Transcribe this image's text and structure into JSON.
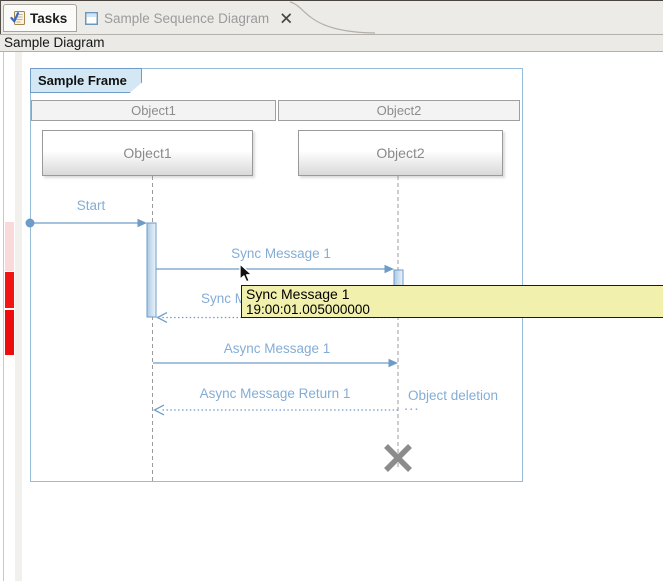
{
  "chrome": {
    "tabs": [
      {
        "label": "Tasks"
      },
      {
        "label": "Sample Sequence Diagram"
      }
    ],
    "view_header": "Sample Diagram"
  },
  "diagram": {
    "frame_title": "Sample Frame",
    "column_headers": [
      "Object1",
      "Object2"
    ],
    "lifelines": [
      "Object1",
      "Object2"
    ],
    "messages": {
      "start": "Start",
      "sync_1": "Sync Message 1",
      "sync_return_1": "Sync Message Return 1",
      "async_1": "Async Message 1",
      "async_return_1": "Async Message Return 1",
      "object_deletion": "Object deletion",
      "ellipsis": "..."
    },
    "tooltip": {
      "title": "Sync Message 1",
      "timestamp": "19:00:01.005000000"
    },
    "colors": {
      "message_line": "#6e9cc9",
      "message_label": "#84add6",
      "frame_border": "#97bcd7",
      "frame_title_bg": "#d4e7f4",
      "tooltip_bg": "#f1f1ad",
      "time_compression_pink": "#f9d9da",
      "time_compression_red": "#ee1111",
      "lifeline_gray": "#9b9b9b"
    }
  }
}
